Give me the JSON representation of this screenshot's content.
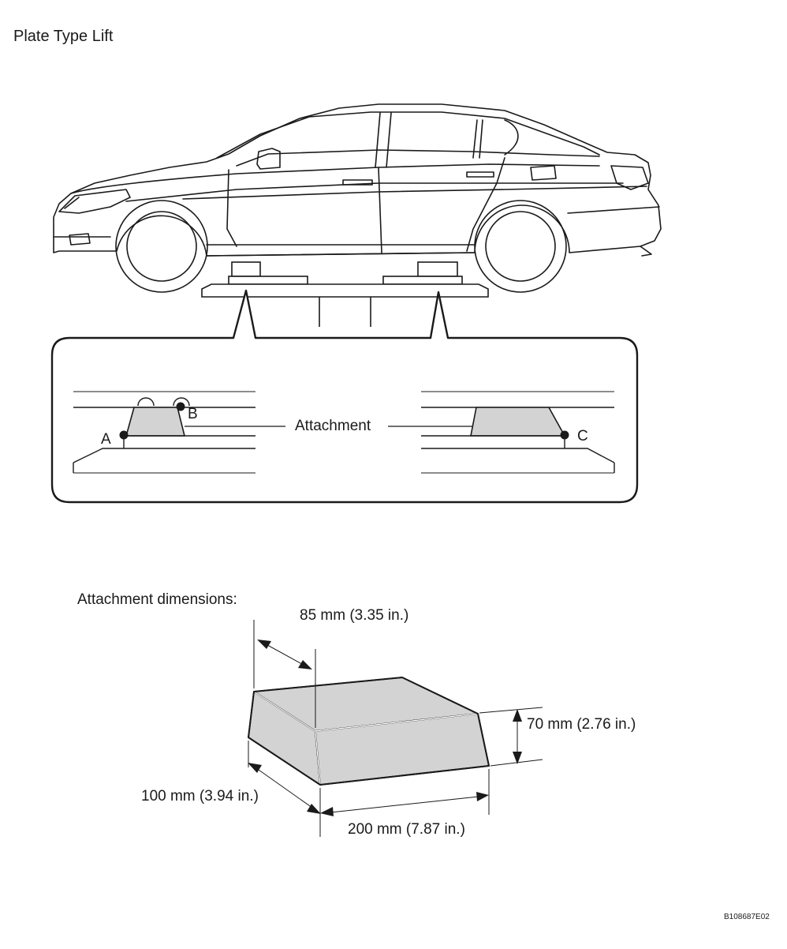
{
  "title": "Plate Type Lift",
  "callout": {
    "attachment_label": "Attachment",
    "points": {
      "a": "A",
      "b": "B",
      "c": "C"
    }
  },
  "dimensions": {
    "heading": "Attachment dimensions:",
    "width": "85 mm (3.35 in.)",
    "height": "70 mm (2.76 in.)",
    "depth": "100 mm (3.94 in.)",
    "length": "200 mm (7.87 in.)"
  },
  "figure_code": "B108687E02",
  "colors": {
    "stroke": "#1a1a1a",
    "block_fill": "#d3d3d3"
  },
  "icons": [
    "sedan-side-view",
    "lift-plate",
    "attachment-block"
  ]
}
